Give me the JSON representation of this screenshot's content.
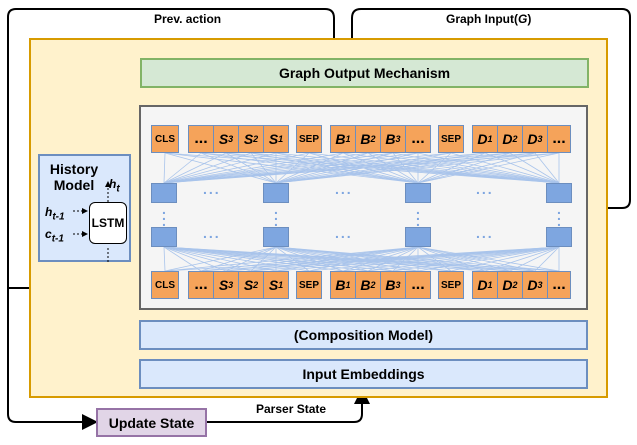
{
  "labels": {
    "prev_action": "Prev. action",
    "graph_input": "Graph Input(",
    "graph_input_var": "G",
    "graph_input_close": ")",
    "parser_state": "Parser State"
  },
  "boxes": {
    "graph_output": "Graph Output Mechanism",
    "composition": "(Composition Model)",
    "embeddings": "Input Embeddings",
    "history_title_1": "History",
    "history_title_2": "Model",
    "lstm": "LSTM",
    "update_state": "Update State"
  },
  "history_vars": {
    "ht": "h",
    "ht_sub": "t",
    "ht1": "h",
    "ht1_sub": "t-1",
    "ct1": "c",
    "ct1_sub": "t-1"
  },
  "tokens": {
    "cls": "CLS",
    "dots": "...",
    "s": "S",
    "s3": "3",
    "s2": "2",
    "s1": "1",
    "sep": "SEP",
    "b": "B",
    "b1": "1",
    "b2": "2",
    "b3": "3",
    "d": "D",
    "d1": "1",
    "d2": "2",
    "d3": "3"
  },
  "ellipsis": "...",
  "colors": {
    "outer_fill": "#fff2cc",
    "outer_stroke": "#d79b00",
    "green_fill": "#d5e8d4",
    "blue_fill": "#dae8fc",
    "purple_fill": "#e1d5e7",
    "token_fill": "#f5a35a",
    "node_fill": "#7ea6e0",
    "connection": "#a9c4eb"
  }
}
